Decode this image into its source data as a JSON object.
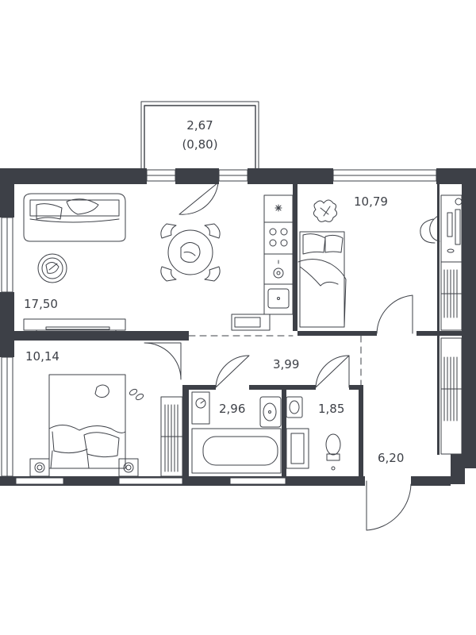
{
  "floorplan": {
    "wall_color": "#3d4047",
    "line_color": "#3d4047",
    "rooms": {
      "balcony": {
        "area": "2,67",
        "reduced_area": "(0,80)"
      },
      "living_kitchen": {
        "area": "17,50"
      },
      "bedroom_top": {
        "area": "10,79"
      },
      "bedroom_left": {
        "area": "10,14"
      },
      "hallway": {
        "area": "3,99"
      },
      "bathroom": {
        "area": "2,96"
      },
      "toilet": {
        "area": "1,85"
      },
      "entrance": {
        "area": "6,20"
      }
    }
  }
}
